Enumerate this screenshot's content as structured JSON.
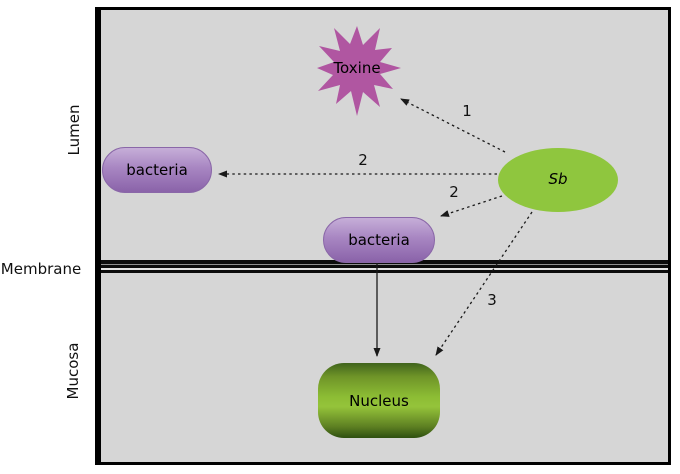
{
  "diagram": {
    "regions": {
      "lumen": {
        "label": "Lumen"
      },
      "membrane": {
        "label": "Membrane"
      },
      "mucosa": {
        "label": "Mucosa"
      }
    },
    "nodes": {
      "toxine": {
        "label": "Toxine",
        "shape": "starburst",
        "fill": "#b056a1"
      },
      "bacteria_lumen": {
        "label": "bacteria",
        "shape": "pill",
        "fill": "#a886c2"
      },
      "bacteria_membrane": {
        "label": "bacteria",
        "shape": "pill",
        "fill": "#a886c2"
      },
      "sb": {
        "label": "Sb",
        "shape": "ellipse",
        "fill": "#8fc63e"
      },
      "nucleus": {
        "label": "Nucleus",
        "shape": "rounded-rect",
        "fill": "#8cbc34"
      }
    },
    "arrows": [
      {
        "label": "1",
        "style": "dashed",
        "from": "sb",
        "to": "toxine"
      },
      {
        "label": "2",
        "style": "dashed",
        "from": "sb",
        "to": "bacteria_lumen"
      },
      {
        "label": "2",
        "style": "dashed",
        "from": "sb",
        "to": "bacteria_membrane"
      },
      {
        "label": "3",
        "style": "dashed",
        "from": "sb",
        "to": "nucleus"
      },
      {
        "label": "",
        "style": "solid",
        "from": "bacteria_membrane",
        "to": "nucleus"
      }
    ],
    "colors": {
      "frame_background": "#d6d6d6",
      "frame_border": "#000000",
      "membrane_line": "#0c0c0c",
      "arrow": "#1a1a1a"
    }
  }
}
